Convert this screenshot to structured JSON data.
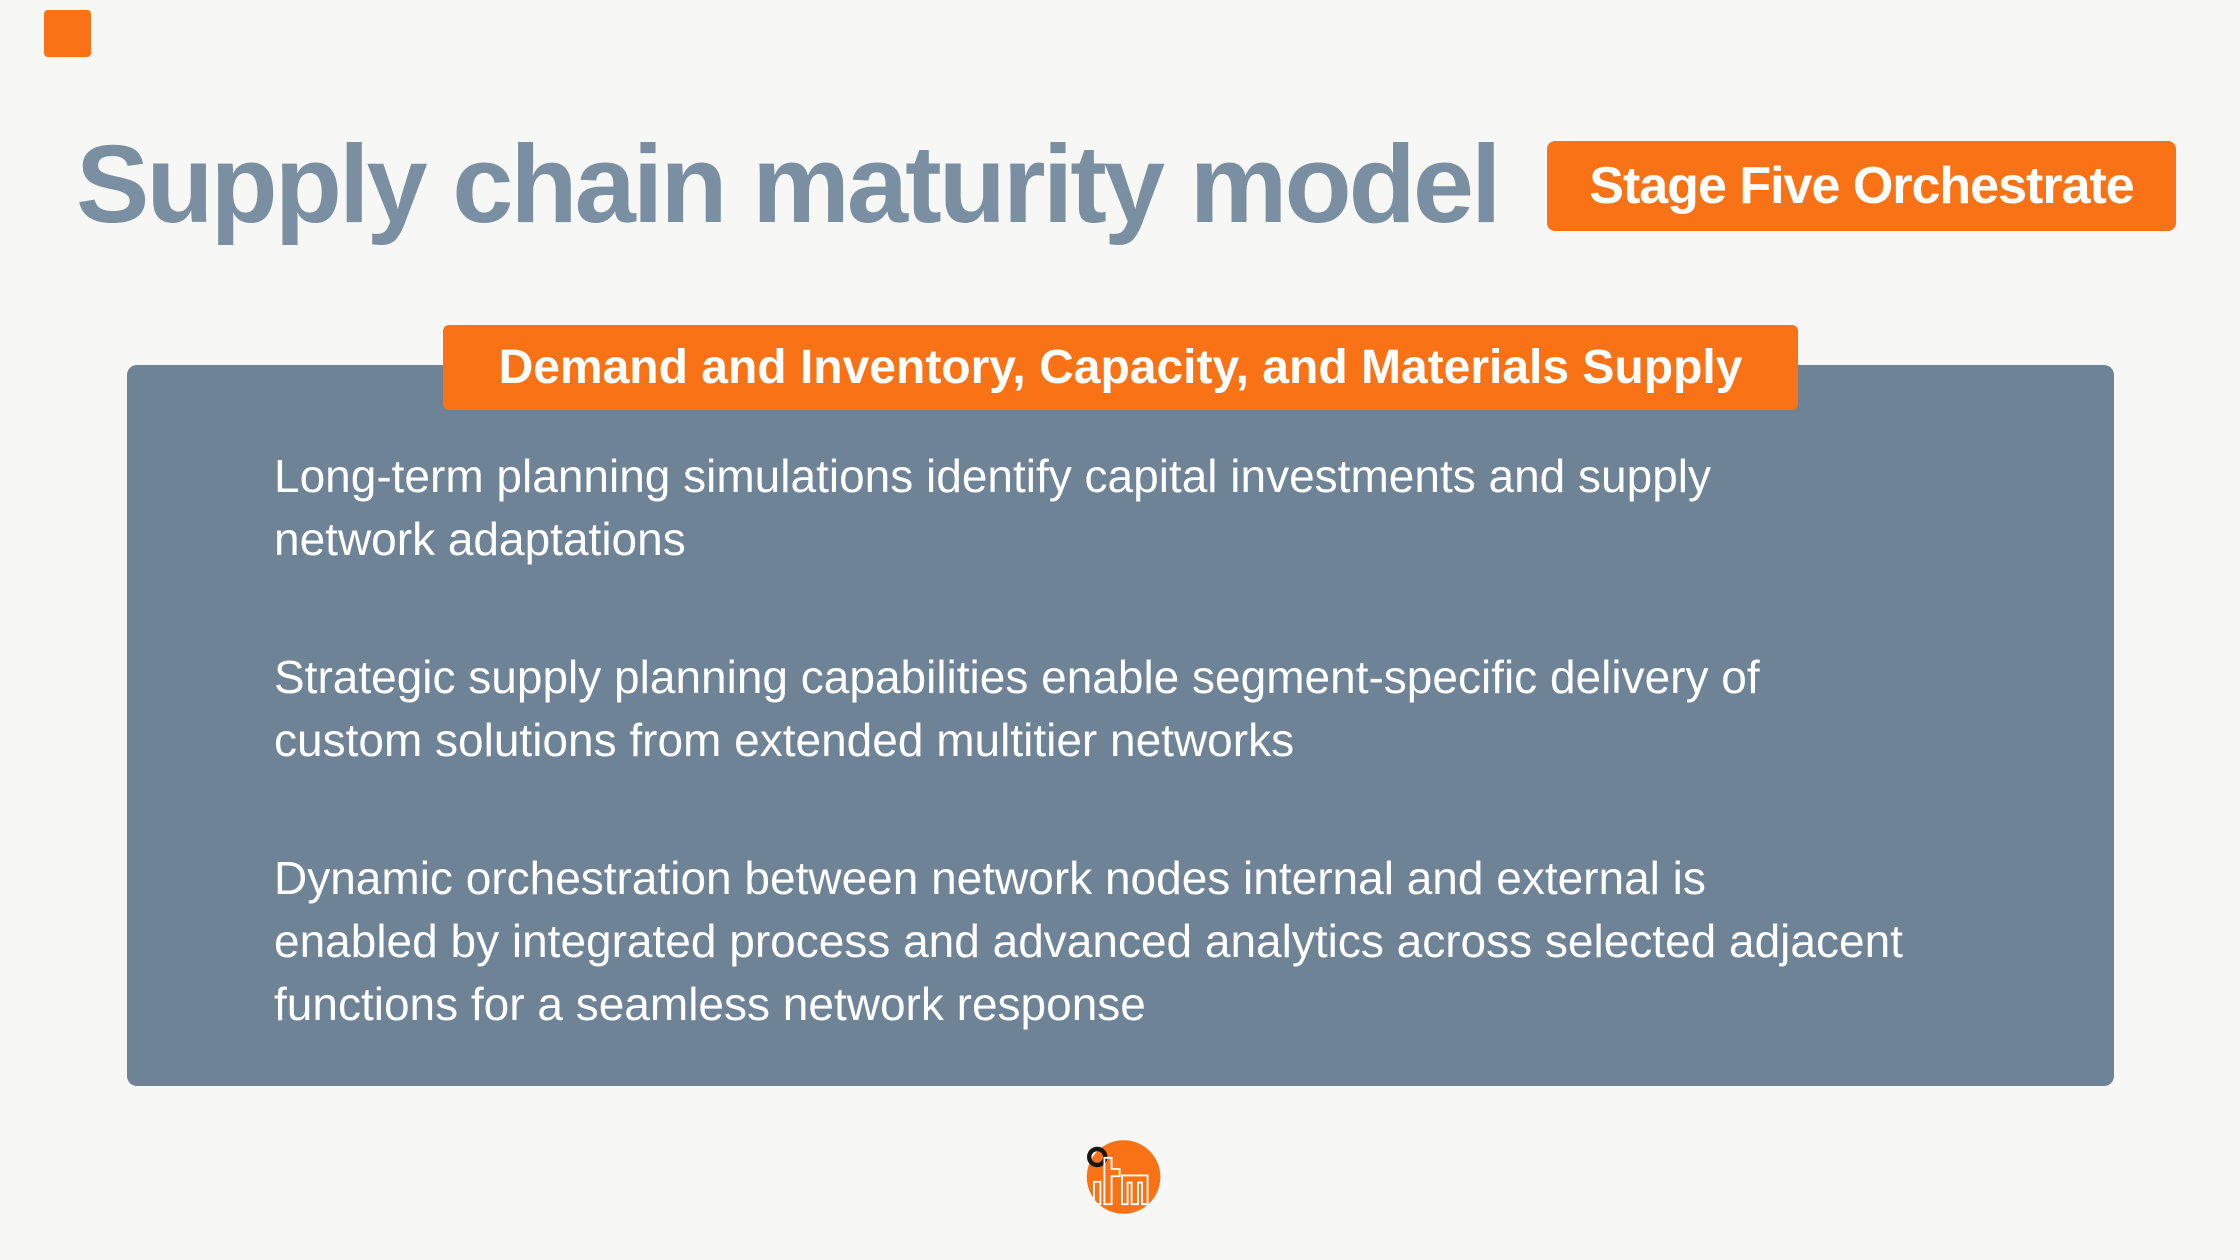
{
  "slide": {
    "title": "Supply chain maturity model",
    "stage_badge": "Stage Five Orchestrate",
    "banner": "Demand and Inventory, Capacity, and Materials Supply",
    "paragraphs": [
      "Long-term planning simulations identify capital investments and supply\nnetwork adaptations",
      "Strategic supply planning capabilities enable segment-specific delivery of\ncustom solutions from extended multitier networks",
      "Dynamic orchestration between network nodes internal and external is\nenabled by integrated process and advanced analytics across selected adjacent\nfunctions for a seamless network response"
    ],
    "logo": {
      "brand": "ifm"
    },
    "colors": {
      "accent_orange": "#F97316",
      "panel_slate": "#6F8396",
      "title_slate": "#7B8FA2",
      "background": "#F7F7F5",
      "text_on_panel": "#FFFFFF",
      "logo_ring_black": "#161616"
    }
  }
}
